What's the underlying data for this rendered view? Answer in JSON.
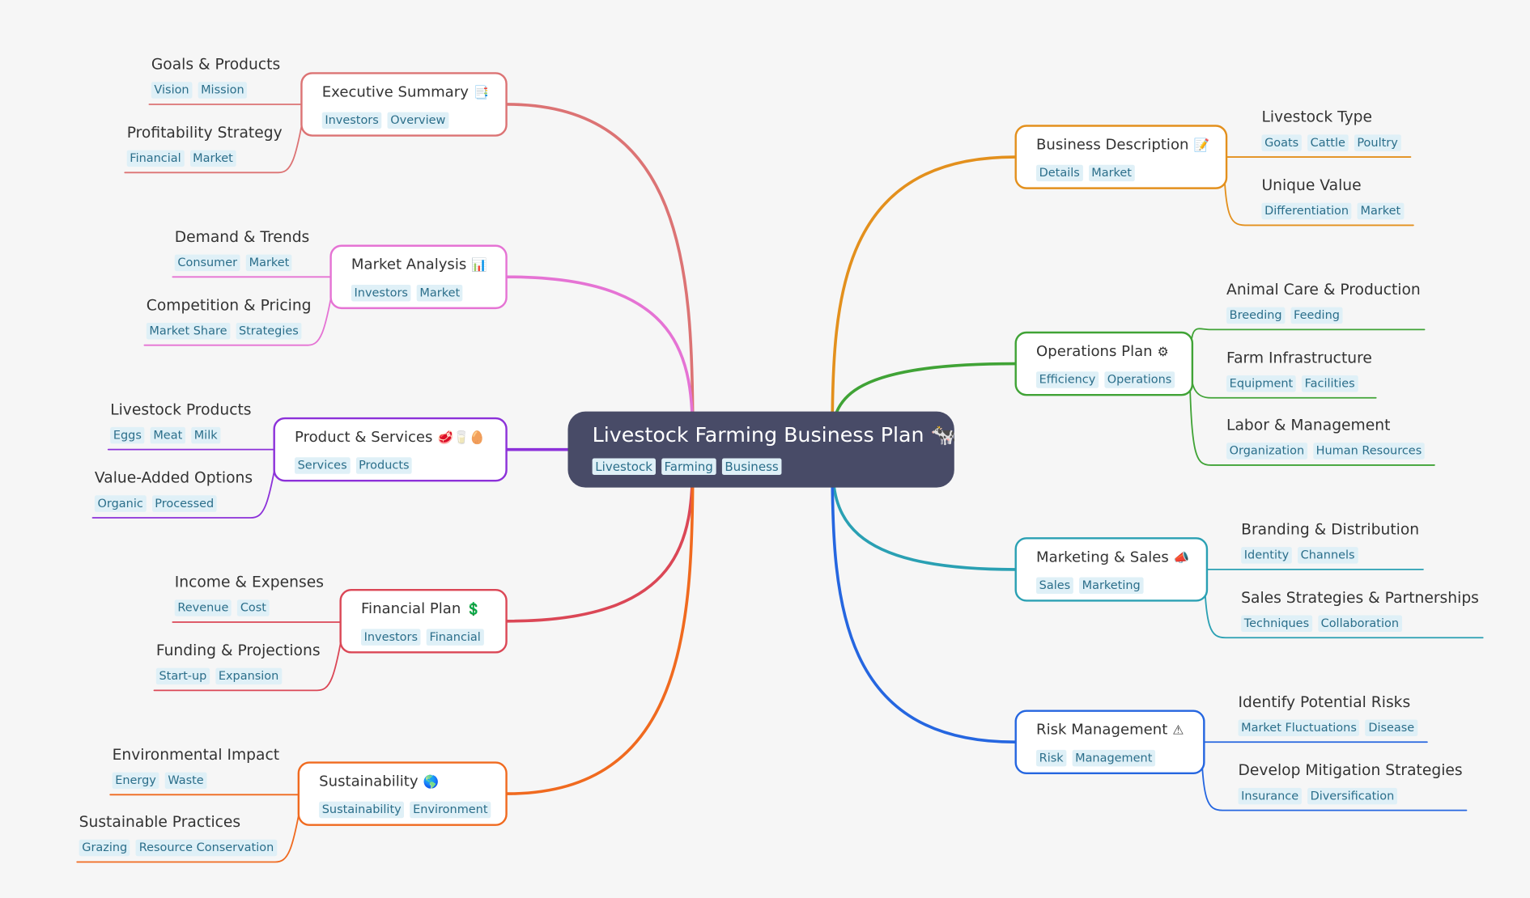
{
  "root": {
    "title": "Livestock Farming Business Plan",
    "icon": "🐄",
    "tags": [
      "Livestock",
      "Farming",
      "Business"
    ],
    "color": "#484b67"
  },
  "branches": [
    {
      "id": "executive-summary",
      "side": "left",
      "title": "Executive Summary",
      "icon": "📑",
      "color": "#dc7374",
      "tags": [
        "Investors",
        "Overview"
      ],
      "children": [
        {
          "title": "Goals & Products",
          "tags": [
            "Vision",
            "Mission"
          ]
        },
        {
          "title": "Profitability Strategy",
          "tags": [
            "Financial",
            "Market"
          ]
        }
      ]
    },
    {
      "id": "market-analysis",
      "side": "left",
      "title": "Market Analysis",
      "icon": "📊",
      "color": "#e573d4",
      "tags": [
        "Investors",
        "Market"
      ],
      "children": [
        {
          "title": "Demand & Trends",
          "tags": [
            "Consumer",
            "Market"
          ]
        },
        {
          "title": "Competition & Pricing",
          "tags": [
            "Market Share",
            "Strategies"
          ]
        }
      ]
    },
    {
      "id": "product-services",
      "side": "left",
      "title": "Product & Services",
      "icon": "🥩🥛🥚",
      "color": "#8c31d9",
      "tags": [
        "Services",
        "Products"
      ],
      "children": [
        {
          "title": "Livestock Products",
          "tags": [
            "Eggs",
            "Meat",
            "Milk"
          ]
        },
        {
          "title": "Value-Added Options",
          "tags": [
            "Organic",
            "Processed"
          ]
        }
      ]
    },
    {
      "id": "financial-plan",
      "side": "left",
      "title": "Financial Plan",
      "icon": "💲",
      "color": "#db4756",
      "tags": [
        "Investors",
        "Financial"
      ],
      "children": [
        {
          "title": "Income & Expenses",
          "tags": [
            "Revenue",
            "Cost"
          ]
        },
        {
          "title": "Funding & Projections",
          "tags": [
            "Start-up",
            "Expansion"
          ]
        }
      ]
    },
    {
      "id": "sustainability",
      "side": "left",
      "title": "Sustainability",
      "icon": "🌎",
      "color": "#f06a1f",
      "tags": [
        "Sustainability",
        "Environment"
      ],
      "children": [
        {
          "title": "Environmental Impact",
          "tags": [
            "Energy",
            "Waste"
          ]
        },
        {
          "title": "Sustainable Practices",
          "tags": [
            "Grazing",
            "Resource Conservation"
          ]
        }
      ]
    },
    {
      "id": "business-description",
      "side": "right",
      "title": "Business Description",
      "icon": "📝",
      "color": "#e3901d",
      "tags": [
        "Details",
        "Market"
      ],
      "children": [
        {
          "title": "Livestock Type",
          "tags": [
            "Goats",
            "Cattle",
            "Poultry"
          ]
        },
        {
          "title": "Unique Value",
          "tags": [
            "Differentiation",
            "Market"
          ]
        }
      ]
    },
    {
      "id": "operations-plan",
      "side": "right",
      "title": "Operations Plan",
      "icon": "⚙",
      "color": "#40a336",
      "tags": [
        "Efficiency",
        "Operations"
      ],
      "children": [
        {
          "title": "Animal Care & Production",
          "tags": [
            "Breeding",
            "Feeding"
          ]
        },
        {
          "title": "Farm Infrastructure",
          "tags": [
            "Equipment",
            "Facilities"
          ]
        },
        {
          "title": "Labor & Management",
          "tags": [
            "Organization",
            "Human Resources"
          ]
        }
      ]
    },
    {
      "id": "marketing-sales",
      "side": "right",
      "title": "Marketing & Sales",
      "icon": "📣",
      "color": "#2aa0b3",
      "tags": [
        "Sales",
        "Marketing"
      ],
      "children": [
        {
          "title": "Branding & Distribution",
          "tags": [
            "Identity",
            "Channels"
          ]
        },
        {
          "title": "Sales Strategies & Partnerships",
          "tags": [
            "Techniques",
            "Collaboration"
          ]
        }
      ]
    },
    {
      "id": "risk-management",
      "side": "right",
      "title": "Risk Management",
      "icon": "⚠",
      "color": "#2566e0",
      "tags": [
        "Risk",
        "Management"
      ],
      "children": [
        {
          "title": "Identify Potential Risks",
          "tags": [
            "Market Fluctuations",
            "Disease"
          ]
        },
        {
          "title": "Develop Mitigation Strategies",
          "tags": [
            "Insurance",
            "Diversification"
          ]
        }
      ]
    }
  ]
}
